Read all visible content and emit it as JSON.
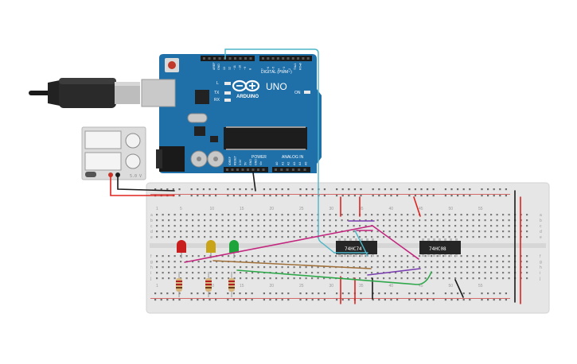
{
  "arduino": {
    "logo_text": "ARDUINO",
    "model": "UNO",
    "digital_header": "DIGITAL (PWM~)",
    "power_label": "POWER",
    "analog_label": "ANALOG IN",
    "on_label": "ON",
    "tx_label": "TX",
    "rx_label": "RX",
    "l_label": "L",
    "aref_label": "AREF",
    "gnd_label": "GND",
    "digital_pins": [
      "13",
      "12",
      "~11",
      "~10",
      "~9",
      "8",
      "7",
      "~6",
      "~5",
      "4",
      "~3",
      "2",
      "TX▸1",
      "RX◂0"
    ],
    "power_pins": [
      "IOREF",
      "RESET",
      "3.3V",
      "5V",
      "GND",
      "GND",
      "Vin"
    ],
    "analog_pins": [
      "A0",
      "A1",
      "A2",
      "A3",
      "A4",
      "A5"
    ]
  },
  "power_supply": {
    "label": "5.0 V"
  },
  "breadboard": {
    "column_numbers": [
      "1",
      "5",
      "10",
      "15",
      "20",
      "25",
      "30",
      "35",
      "40",
      "45",
      "50",
      "55"
    ],
    "row_letters_top": [
      "a",
      "b",
      "c",
      "d",
      "e"
    ],
    "row_letters_bottom": [
      "f",
      "g",
      "h",
      "i",
      "j"
    ]
  },
  "chips": [
    {
      "label": "74HC74"
    },
    {
      "label": "74HC08"
    }
  ],
  "leds": [
    {
      "color": "red",
      "hex": "#c81e1e"
    },
    {
      "color": "yellow",
      "hex": "#c9a419"
    },
    {
      "color": "green",
      "hex": "#1ea43a"
    }
  ],
  "colors": {
    "board": "#1f6fa8",
    "breadboard": "#e6e6e6",
    "wire_teal": "#4fb6c8",
    "wire_magenta": "#c2267e",
    "wire_brown": "#a0703a",
    "wire_purple": "#7b3fb0",
    "wire_green": "#2ea84a",
    "wire_red": "#e0231f"
  }
}
